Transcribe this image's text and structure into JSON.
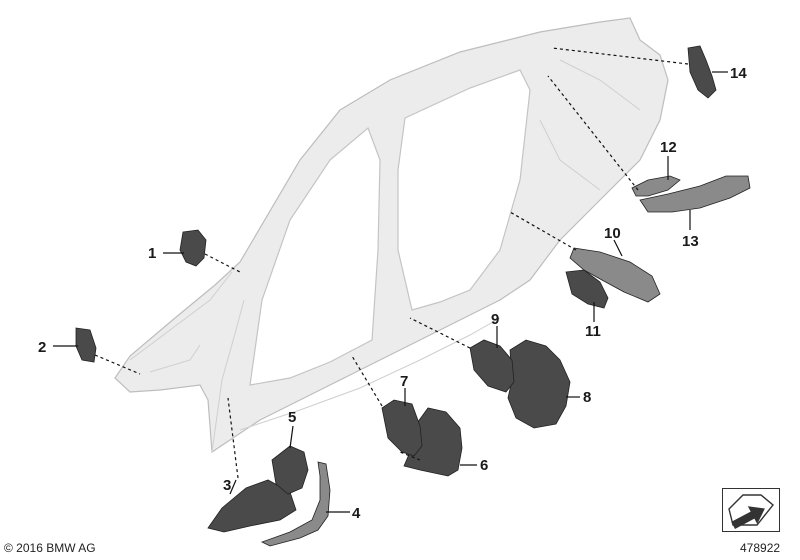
{
  "callouts": [
    "1",
    "2",
    "3",
    "4",
    "5",
    "6",
    "7",
    "8",
    "9",
    "10",
    "11",
    "12",
    "13",
    "14"
  ],
  "footer": {
    "copyright": "© 2016 BMW AG",
    "diagram_id": "478922"
  }
}
